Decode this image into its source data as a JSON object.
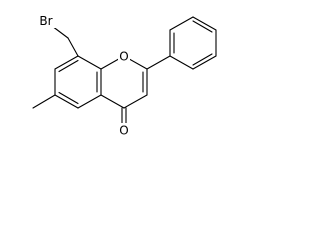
{
  "molecule": {
    "atoms": {
      "bromine": "Br",
      "ring_oxygen": "O",
      "carbonyl_oxygen": "O"
    }
  },
  "colors": {
    "background": "#ffffff",
    "bond": "#000000",
    "label": "#000000"
  }
}
